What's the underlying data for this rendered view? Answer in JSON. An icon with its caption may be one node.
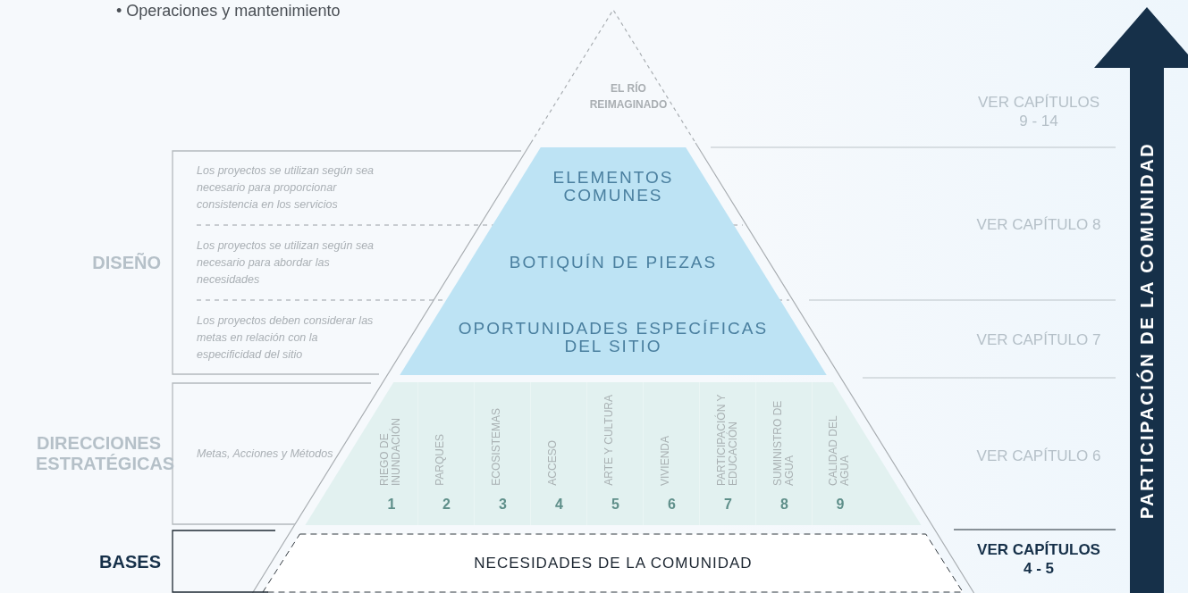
{
  "diagram": {
    "nodes": [
      {
        "text": [
          "EL RÍO REIMAGINADO"
        ]
      },
      {
        "text": [
          "ELEMENTOS COMUNES"
        ]
      },
      {
        "text": [
          "BOTIQUÍN DE PIEZAS"
        ]
      },
      {
        "text": [
          "OPORTUNIDADES ESPECÍFICAS DEL SITIO"
        ]
      },
      {
        "text": [
          "RIEGO DE INUNDACIÓN",
          "1"
        ]
      },
      {
        "text": [
          "PARQUES",
          "2"
        ]
      },
      {
        "text": [
          "ECOSISTEMAS",
          "3"
        ]
      },
      {
        "text": [
          "ACCESO",
          "4"
        ]
      },
      {
        "text": [
          "ARTE Y CULTURA",
          "5"
        ]
      },
      {
        "text": [
          "VIVIENDA",
          "6"
        ]
      },
      {
        "text": [
          "PARTICIPACIÓN Y EDUCACIÓN",
          "7"
        ]
      },
      {
        "text": [
          "SUMINISTRO DE AGUA",
          "8"
        ]
      },
      {
        "text": [
          "CALIDAD DEL AGUA",
          "9"
        ]
      },
      {
        "text": [
          "NECESIDADES DE LA COMUNIDAD"
        ]
      },
      {
        "text": [
          "DISEÑO",
          "Los proyectos se utilizan según sea necesario para proporcionar consistencia en los servicios",
          "Los proyectos se utilizan según sea necesario para abordar las necesidades",
          "Los proyectos deben considerar las metas en relación con la especificidad del sitio"
        ]
      },
      {
        "text": [
          "DIRECCIONES ESTRATÉGICAS",
          "Metas, Acciones y Métodos"
        ]
      },
      {
        "text": [
          "BASES"
        ]
      },
      {
        "text": [
          "PARTICIPACIÓN DE LA COMUNIDAD"
        ]
      }
    ],
    "labels": [
      "• Operaciones y mantenimiento",
      "VER CAPÍTULOS 9 - 14",
      "VER CAPÍTULO 8",
      "VER CAPÍTULO 7",
      "VER CAPÍTULO 6",
      "VER CAPÍTULOS 4 - 5"
    ]
  }
}
